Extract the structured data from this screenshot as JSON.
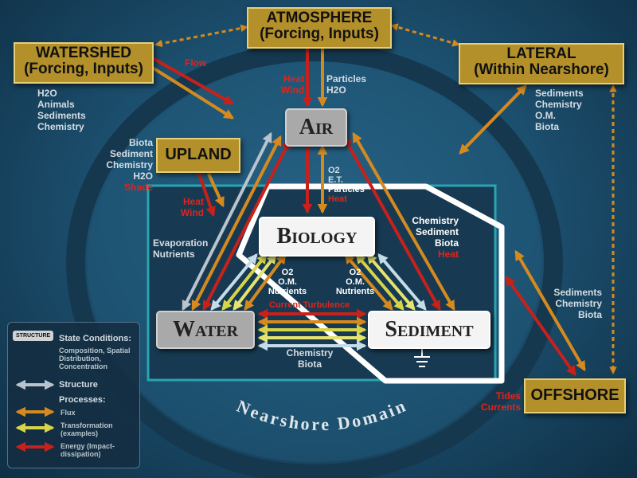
{
  "boxes": {
    "atmosphere": {
      "title": "ATMOSPHERE",
      "subtitle": "(Forcing, Inputs)"
    },
    "watershed": {
      "title": "WATERSHED",
      "subtitle": "(Forcing, Inputs)"
    },
    "lateral": {
      "title": "LATERAL",
      "subtitle": "(Within Nearshore)"
    },
    "upland": {
      "title": "UPLAND"
    },
    "offshore": {
      "title": "OFFSHORE"
    }
  },
  "nodes": {
    "air": "Air",
    "biology": "Biology",
    "water": "Water",
    "sediment": "Sediment"
  },
  "domain_label": "Nearshore Domain",
  "labels": {
    "flow": "Flow",
    "watershed_inputs": [
      "H2O",
      "Animals",
      "Sediments",
      "Chemistry"
    ],
    "heat": "Heat",
    "wind": "Wind",
    "particles": "Particles",
    "h2o": "H2O",
    "lateral_inputs": [
      "Sediments",
      "Chemistry",
      "O.M.",
      "Biota"
    ],
    "upland_inputs": [
      "Biota",
      "Sediment",
      "Chemistry",
      "H2O"
    ],
    "shade": "Shade",
    "o2": "O2",
    "et": "E.T.",
    "evaporation": "Evaporation",
    "nutrients": "Nutrients",
    "sed_chem": [
      "Chemistry",
      "Sediment",
      "Biota"
    ],
    "om": "O.M.",
    "current": "Current",
    "turbulence": "Turbulence",
    "chemistry": "Chemistry",
    "biota": "Biota",
    "offshore_inputs": [
      "Sediments",
      "Chemistry",
      "Biota"
    ],
    "tides": "Tides",
    "currents": "Currents"
  },
  "legend": {
    "structure_tag": "STRUCTURE",
    "state_title": "State Conditions:",
    "state_desc": "Composition, Spatial Distribution, Concentration",
    "structure": "Structure",
    "processes": "Processes:",
    "flux": "Flux",
    "transformation": "Transformation (examples)",
    "energy": "Energy (Impact-dissipation)"
  },
  "colors": {
    "structure": "#b9c3cc",
    "flux": "#d68a1e",
    "transformation": "#d8d449",
    "energy": "#c8201a",
    "box": "#b3902a",
    "panel_border": "#2ba4b0"
  }
}
